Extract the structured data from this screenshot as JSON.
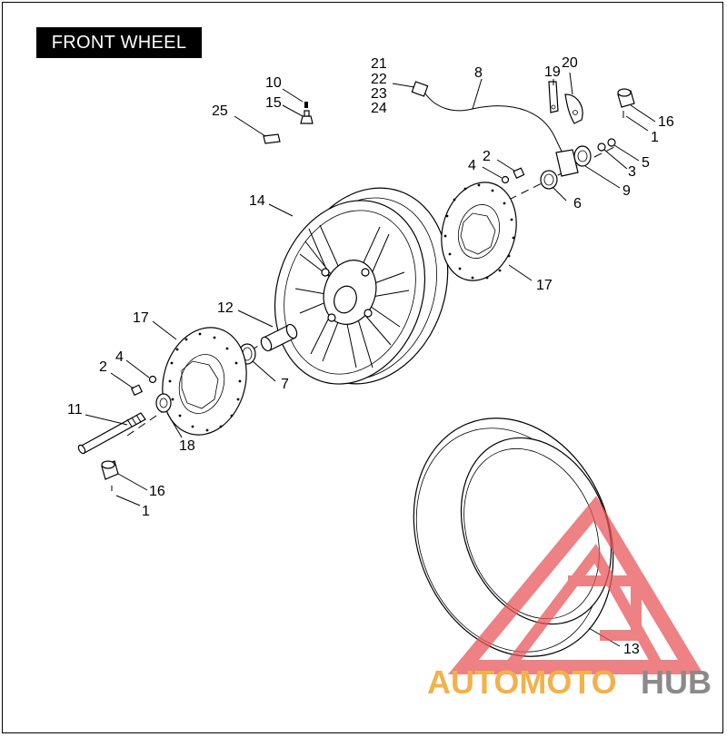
{
  "title": "FRONT WHEEL",
  "callouts": [
    {
      "id": "c21",
      "label": "21"
    },
    {
      "id": "c22",
      "label": "22"
    },
    {
      "id": "c23",
      "label": "23"
    },
    {
      "id": "c24",
      "label": "24"
    },
    {
      "id": "c8",
      "label": "8"
    },
    {
      "id": "c19",
      "label": "19"
    },
    {
      "id": "c20",
      "label": "20"
    },
    {
      "id": "c10",
      "label": "10"
    },
    {
      "id": "c15",
      "label": "15"
    },
    {
      "id": "c25",
      "label": "25"
    },
    {
      "id": "c16a",
      "label": "16"
    },
    {
      "id": "c1a",
      "label": "1"
    },
    {
      "id": "c5",
      "label": "5"
    },
    {
      "id": "c3",
      "label": "3"
    },
    {
      "id": "c9",
      "label": "9"
    },
    {
      "id": "c2a",
      "label": "2"
    },
    {
      "id": "c4a",
      "label": "4"
    },
    {
      "id": "c6",
      "label": "6"
    },
    {
      "id": "c14",
      "label": "14"
    },
    {
      "id": "c17a",
      "label": "17"
    },
    {
      "id": "c12",
      "label": "12"
    },
    {
      "id": "c17b",
      "label": "17"
    },
    {
      "id": "c4b",
      "label": "4"
    },
    {
      "id": "c2b",
      "label": "2"
    },
    {
      "id": "c7",
      "label": "7"
    },
    {
      "id": "c11",
      "label": "11"
    },
    {
      "id": "c18",
      "label": "18"
    },
    {
      "id": "c16b",
      "label": "16"
    },
    {
      "id": "c1b",
      "label": "1"
    },
    {
      "id": "c13",
      "label": "13"
    }
  ],
  "watermark": {
    "text_a": "AUTOMOTO",
    "text_b": "HUB",
    "color_a": "#f2b24a",
    "color_b": "#8a8a8a",
    "logo_color": "#e8585a"
  }
}
